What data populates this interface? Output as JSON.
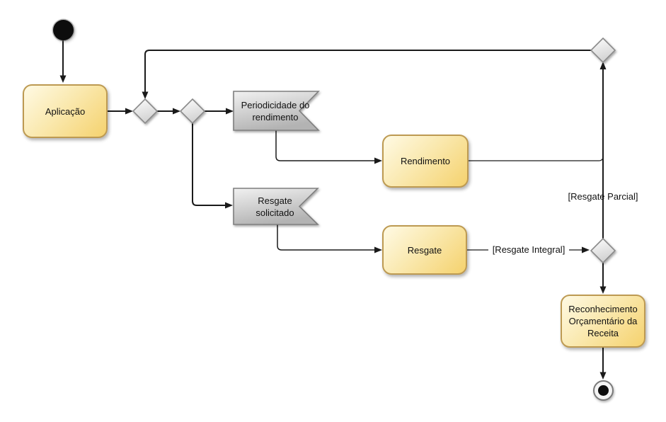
{
  "diagram": {
    "kind": "uml-activity-diagram",
    "nodes": {
      "initial": {
        "kind": "initial-node"
      },
      "aplicacao": {
        "label": "Aplicação"
      },
      "periodicidade": {
        "label": "Periodicidade do\nrendimento"
      },
      "rendimento": {
        "label": "Rendimento"
      },
      "resgate_solicitado": {
        "label": "Resgate\nsolicitado"
      },
      "resgate": {
        "label": "Resgate"
      },
      "reconhecimento": {
        "label": "Reconhecimento\nOrçamentário da\nReceita"
      },
      "final": {
        "kind": "final-node"
      }
    },
    "edges": {
      "resgate_integral_guard": "[Resgate Integral]",
      "resgate_parcial_guard": "[Resgate Parcial]"
    },
    "colors": {
      "background": "#FFFFFF",
      "activity_fill_light": "#FFFAE4",
      "activity_fill": "#F5D26E",
      "activity_border": "#BD9A52",
      "signal_fill_light": "#EFEFEF",
      "signal_fill": "#B3B3B3",
      "signal_border": "#7E7E7E",
      "decision_fill": "#D2D2D2",
      "decision_border": "#8A8A8A",
      "flow_color": "#1A1A1A"
    }
  }
}
